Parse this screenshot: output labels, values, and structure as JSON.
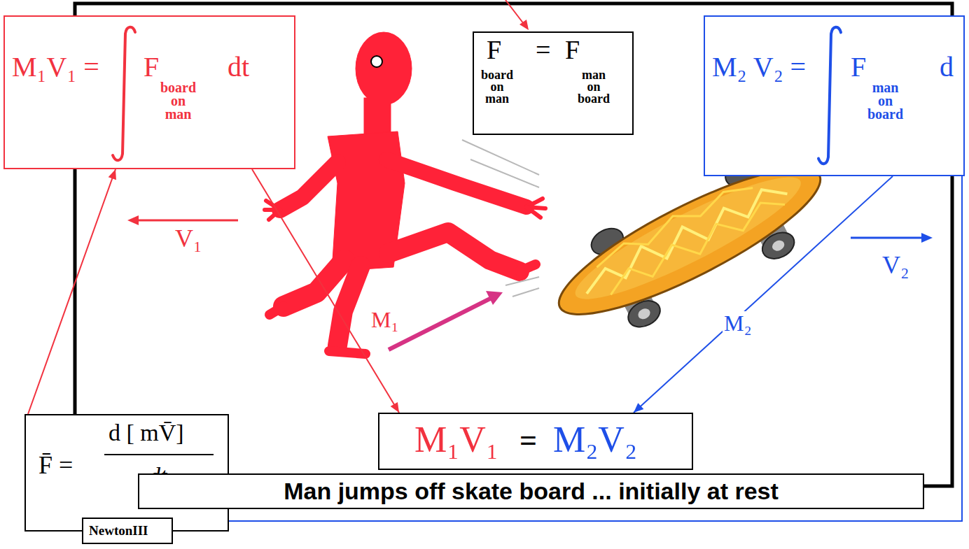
{
  "diagram": {
    "nodes": [
      {
        "text": [
          "M₁V₁ =",
          "F",
          "board on man",
          "dt"
        ]
      },
      {
        "text": [
          "F",
          "board on man",
          "=",
          "F",
          "man on board"
        ]
      },
      {
        "text": [
          "M₂ V₂ =",
          "F",
          "man on board",
          "d"
        ]
      },
      {
        "text": [
          "M₁V₁",
          "=",
          "M₂V₂"
        ]
      },
      {
        "text": [
          "F̄ =",
          "d [ mV̄]",
          "dt"
        ]
      },
      {
        "text": [
          "NewtonIII"
        ],
        "in": 4
      },
      {
        "text": [
          "Man jumps off skate board ... initially at rest"
        ]
      }
    ],
    "edges": [
      {
        "from": 0,
        "to": 3,
        "arrow": "to"
      },
      {
        "from": 2,
        "to": 3,
        "arrow": "to"
      },
      {
        "from": 4,
        "to": 0,
        "arrow": "to"
      },
      {
        "from": 4,
        "to": 2,
        "arrow": "none"
      }
    ],
    "labels": [
      "V₁",
      "M₁",
      "V₂",
      "M₂"
    ]
  }
}
